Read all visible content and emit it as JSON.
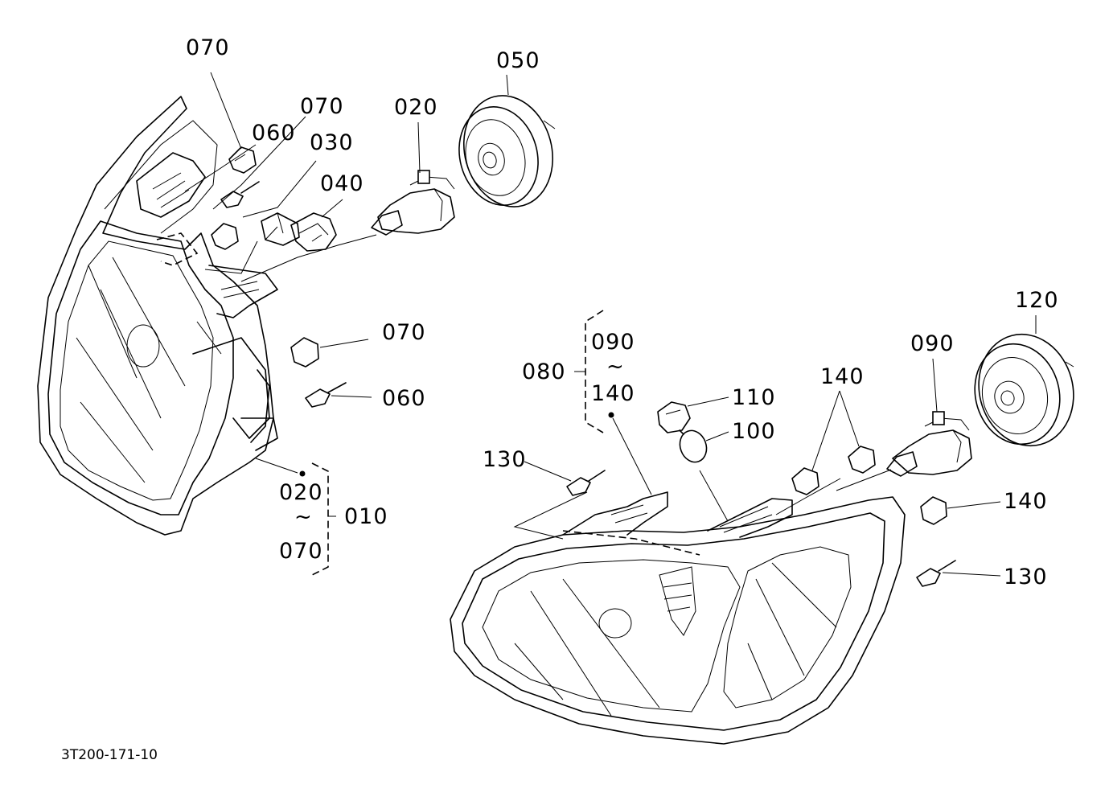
{
  "callouts": {
    "c070_top": "070",
    "c050": "050",
    "c070_mid": "070",
    "c020": "020",
    "c060_top": "060",
    "c030": "030",
    "c040": "040",
    "c070_side": "070",
    "c060_side": "060",
    "c020_group": "020",
    "c070_group": "070",
    "c010": "010",
    "c120": "120",
    "c090_group": "090",
    "c080": "080",
    "c140_group": "140",
    "c090_bulb": "090",
    "c140_top": "140",
    "c110": "110",
    "c100": "100",
    "c130_left": "130",
    "c140_right": "140",
    "c130_right": "130"
  },
  "range_symbol": "~",
  "drawing_number": "3T200-171-10"
}
